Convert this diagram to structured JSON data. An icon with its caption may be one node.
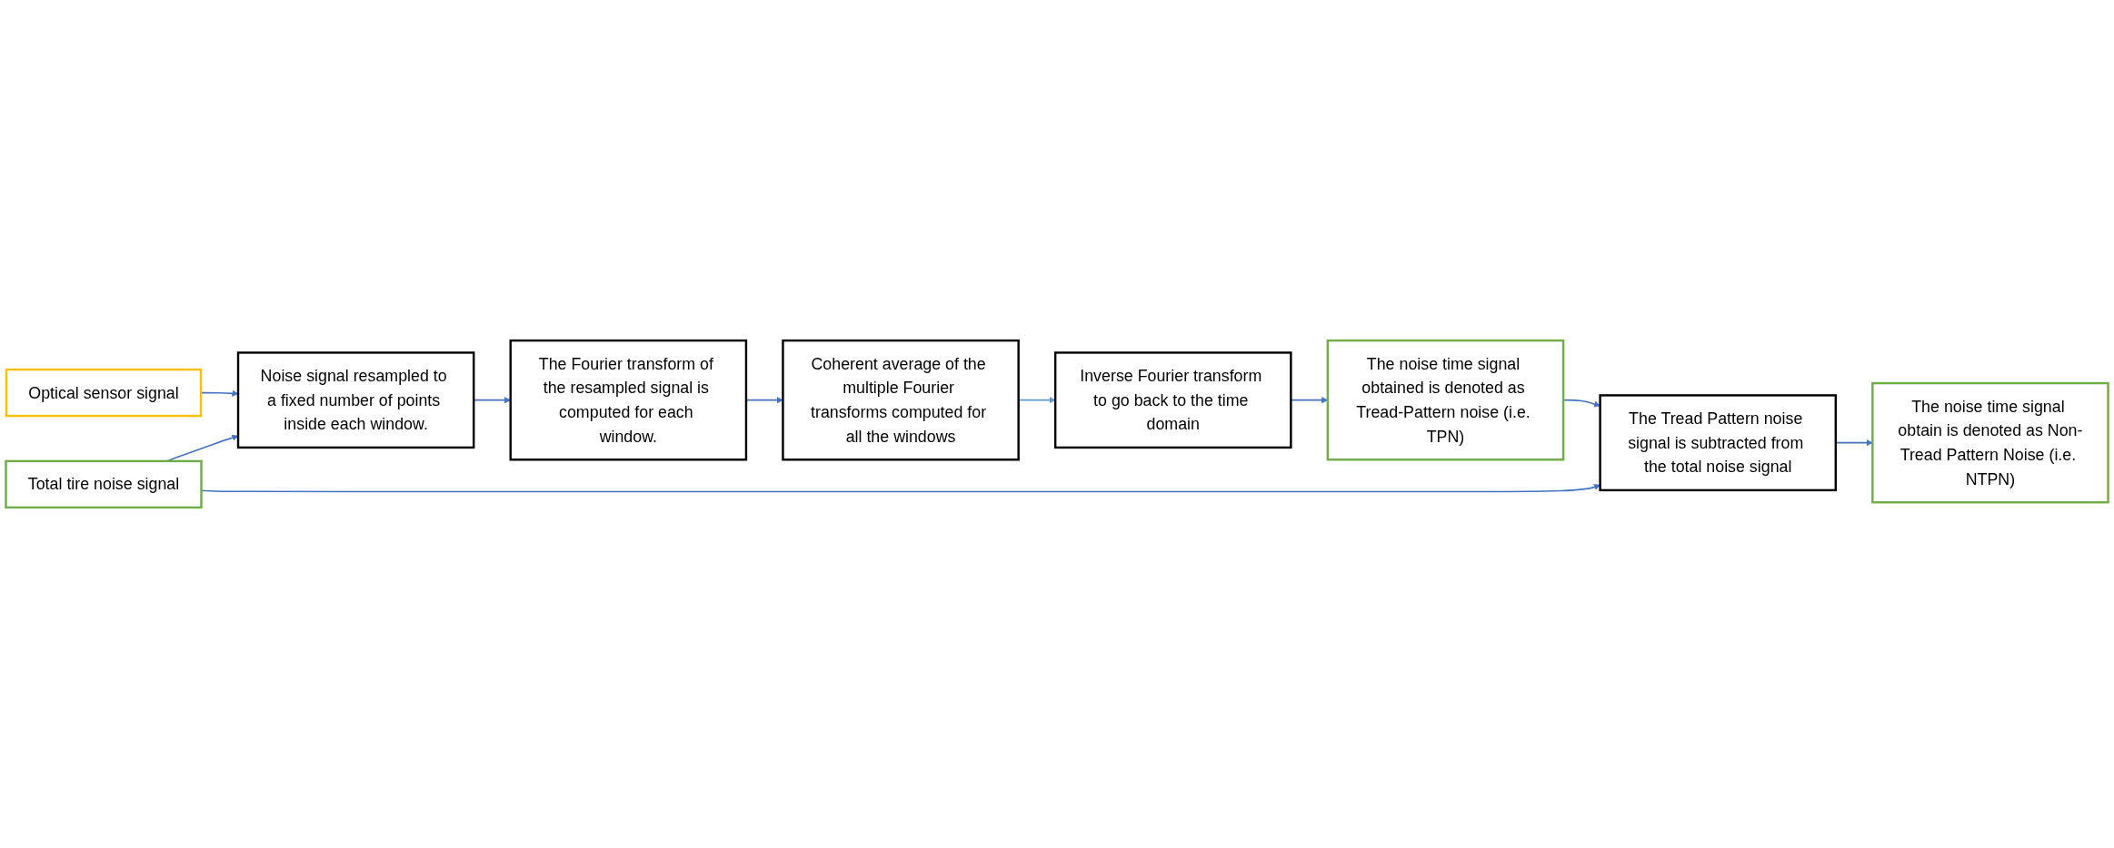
{
  "diagram": {
    "nodes": [
      {
        "text": [
          "Optical sensor signal"
        ]
      },
      {
        "text": [
          "Total tire noise signal"
        ]
      },
      {
        "text": [
          "Noise signal resampled to a fixed number of points inside each window."
        ]
      },
      {
        "text": [
          "The Fourier transform of the resampled signal is computed for each window."
        ]
      },
      {
        "text": [
          "Coherent average of the multiple Fourier transforms computed for all the windows"
        ]
      },
      {
        "text": [
          "Inverse Fourier transform to go back to the time domain"
        ]
      },
      {
        "text": [
          "The noise time signal obtained is denoted as Tread-Pattern noise (i.e. TPN)"
        ]
      },
      {
        "text": [
          "The Tread Pattern noise signal is subtracted from the total noise signal"
        ]
      },
      {
        "text": [
          "The noise time signal obtain is denoted as Non-Tread Pattern Noise (i.e. NTPN)"
        ]
      }
    ],
    "edges": [
      {
        "from": 0,
        "to": 2,
        "arrow": "to"
      },
      {
        "from": 1,
        "to": 2,
        "arrow": "to"
      },
      {
        "from": 2,
        "to": 3,
        "arrow": "to"
      },
      {
        "from": 3,
        "to": 4,
        "arrow": "to"
      },
      {
        "from": 4,
        "to": 5,
        "arrow": "to",
        "color": "#5b9bd5"
      },
      {
        "from": 5,
        "to": 6,
        "arrow": "to"
      },
      {
        "from": 6,
        "to": 7,
        "arrow": "to"
      },
      {
        "from": 1,
        "to": 7,
        "arrow": "to"
      },
      {
        "from": 7,
        "to": 8,
        "arrow": "to"
      }
    ]
  }
}
